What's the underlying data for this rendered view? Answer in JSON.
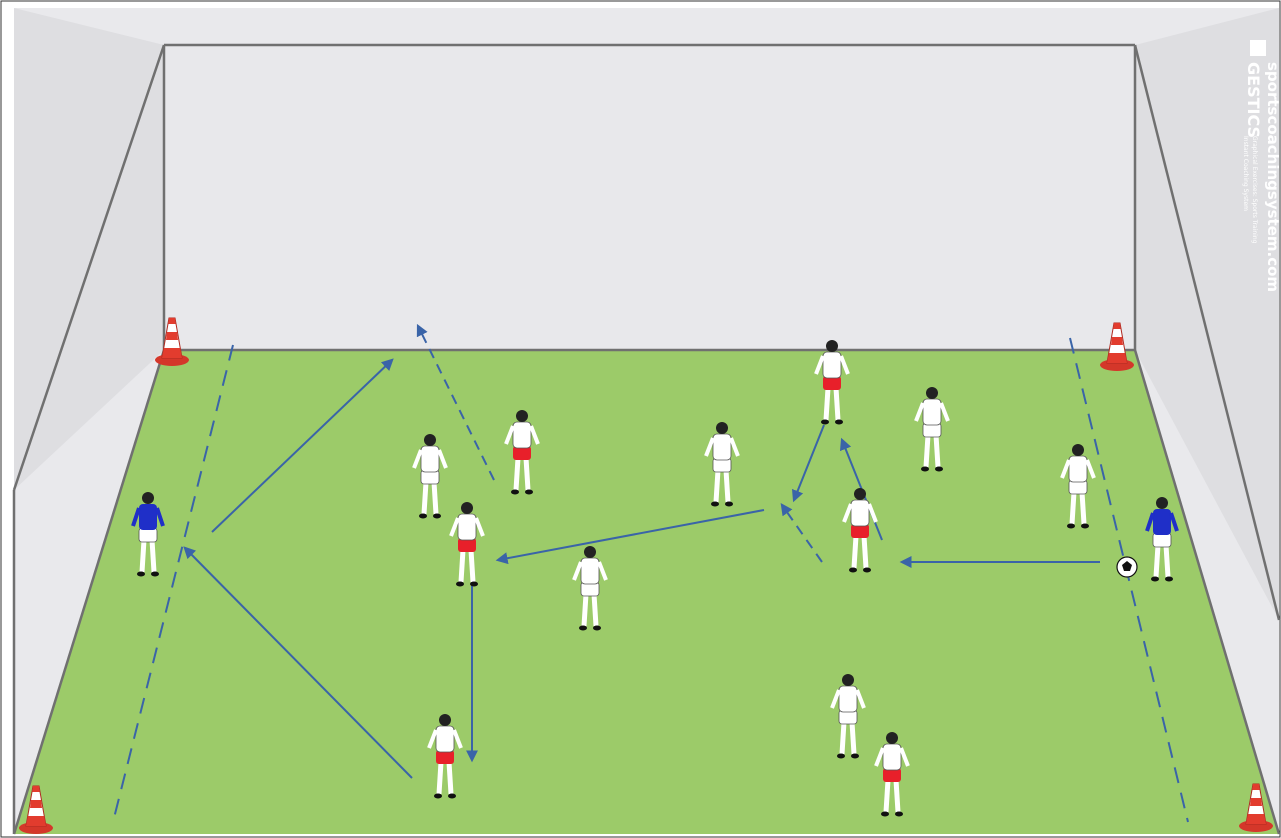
{
  "watermark": {
    "url": "sportscoachingsystem.com",
    "brand": "GESTICS",
    "tagline_1": "Graphical Exercises: Sports Training",
    "tagline_2": "Instant Coaching System"
  },
  "colors": {
    "pitch": "#9ccb69",
    "wall": "#e7e7ea",
    "wall_side": "#dcdcdf",
    "frame": "#707070",
    "arrow": "#3a64a8",
    "team_red_shorts": "#e8202a",
    "neutral_blue_shirt": "#1f2fc8",
    "white_kit": "#ffffff"
  },
  "legend": {
    "red_team": "red-shorts-player",
    "white_team": "white-kit-player",
    "neutral": "blue-shirt-neutral-player"
  },
  "icons": [
    "cone-icon",
    "ball-icon",
    "arrow-pass",
    "arrow-run-dashed"
  ]
}
